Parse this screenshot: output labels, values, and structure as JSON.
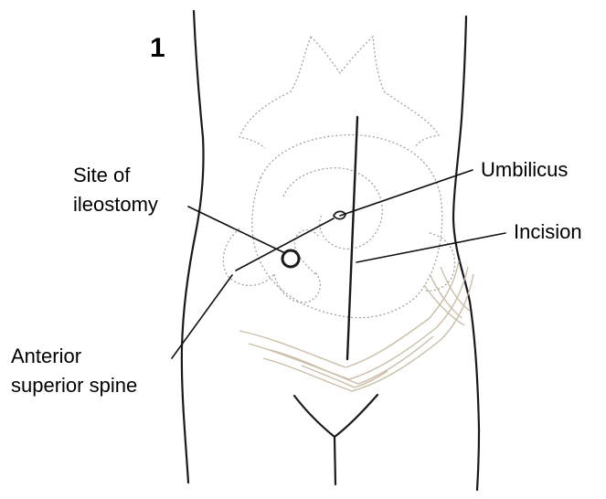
{
  "figure": {
    "number": "1",
    "labels": {
      "site_of_ileostomy_line1": "Site of",
      "site_of_ileostomy_line2": "ileostomy",
      "umbilicus": "Umbilicus",
      "incision": "Incision",
      "anterior_superior_spine_line1": "Anterior",
      "anterior_superior_spine_line2": "superior spine"
    }
  },
  "colors": {
    "outline": "#1a1a1a",
    "dotted_bone": "#9a9a9a",
    "hair": "#c9bba3",
    "leader": "#111111"
  }
}
